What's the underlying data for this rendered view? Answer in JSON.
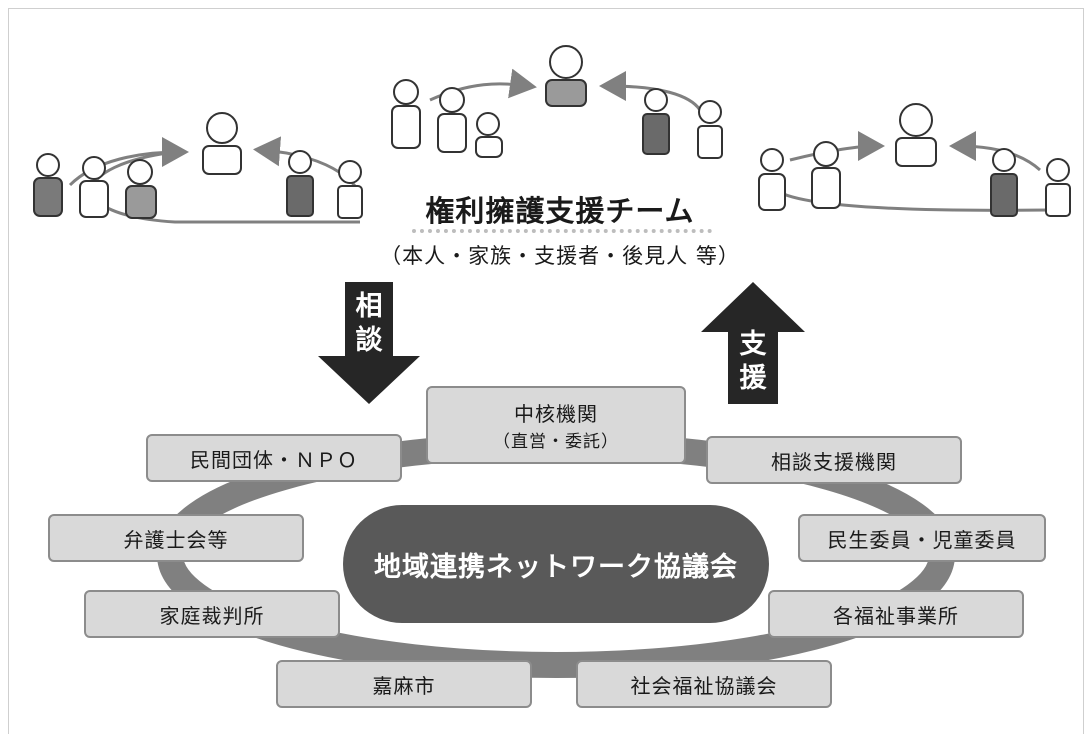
{
  "team": {
    "title": "権利擁護支援チーム",
    "subtitle": "（本人・家族・支援者・後見人 等）"
  },
  "arrows": {
    "consult": [
      "相",
      "談"
    ],
    "support": [
      "支",
      "援"
    ]
  },
  "network": {
    "center": "地域連携ネットワーク協議会",
    "nodes": {
      "core": {
        "label": "中核機関",
        "sub": "（直営・委託）"
      },
      "consult_support": "相談支援機関",
      "welfare_commissioners": "民生委員・児童委員",
      "welfare_offices": "各福祉事業所",
      "social_welfare_council": "社会福祉協議会",
      "city": "嘉麻市",
      "family_court": "家庭裁判所",
      "bar_association": "弁護士会等",
      "private_npo": "民間団体・ＮＰＯ"
    }
  },
  "colors": {
    "ring": "#808080",
    "box_fill": "#d9d9d9",
    "center_fill": "#595959",
    "arrow": "#262626"
  }
}
